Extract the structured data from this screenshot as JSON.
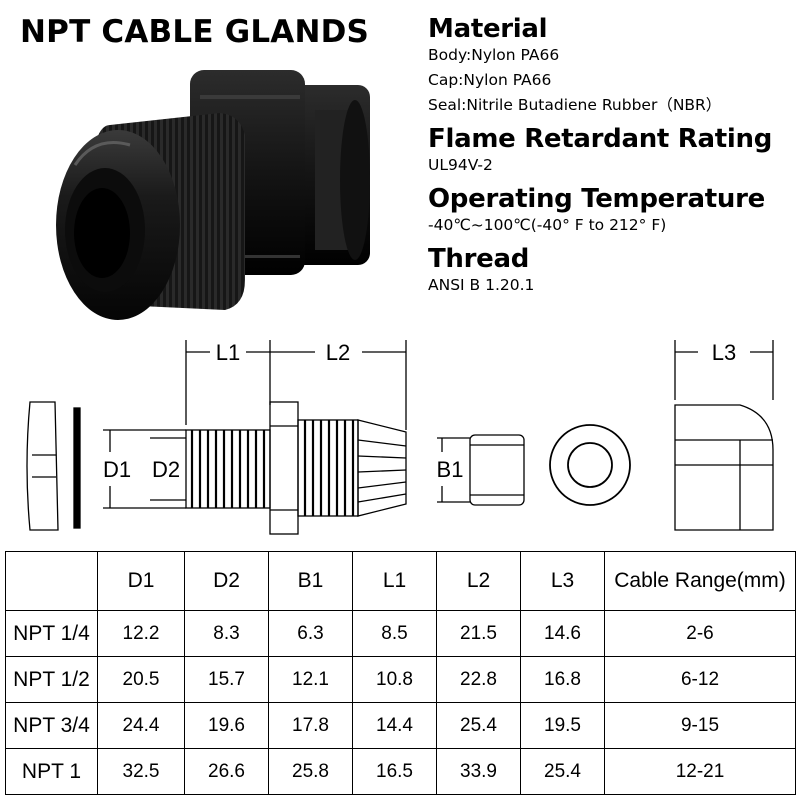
{
  "title": "NPT CABLE GLANDS",
  "specs": {
    "material_heading": "Material",
    "body": "Body:Nylon PA66",
    "cap": "Cap:Nylon PA66",
    "seal": "Seal:Nitrile Butadiene Rubber（NBR）",
    "flame_heading": "Flame Retardant Rating",
    "flame_value": "UL94V-2",
    "temp_heading": "Operating Temperature",
    "temp_value": "-40℃~100℃(-40° F to 212° F)",
    "thread_heading": "Thread",
    "thread_value": "ANSI B 1.20.1"
  },
  "drawing": {
    "L1": "L1",
    "L2": "L2",
    "L3": "L3",
    "D1": "D1",
    "D2": "D2",
    "B1": "B1"
  },
  "table": {
    "headers": [
      "",
      "D1",
      "D2",
      "B1",
      "L1",
      "L2",
      "L3",
      "Cable Range(mm)"
    ],
    "rows": [
      [
        "NPT 1/4",
        "12.2",
        "8.3",
        "6.3",
        "8.5",
        "21.5",
        "14.6",
        "2-6"
      ],
      [
        "NPT 1/2",
        "20.5",
        "15.7",
        "12.1",
        "10.8",
        "22.8",
        "16.8",
        "6-12"
      ],
      [
        "NPT 3/4",
        "24.4",
        "19.6",
        "17.8",
        "14.4",
        "25.4",
        "19.5",
        "9-15"
      ],
      [
        "NPT 1",
        "32.5",
        "26.6",
        "25.8",
        "16.5",
        "33.9",
        "25.4",
        "12-21"
      ]
    ]
  }
}
